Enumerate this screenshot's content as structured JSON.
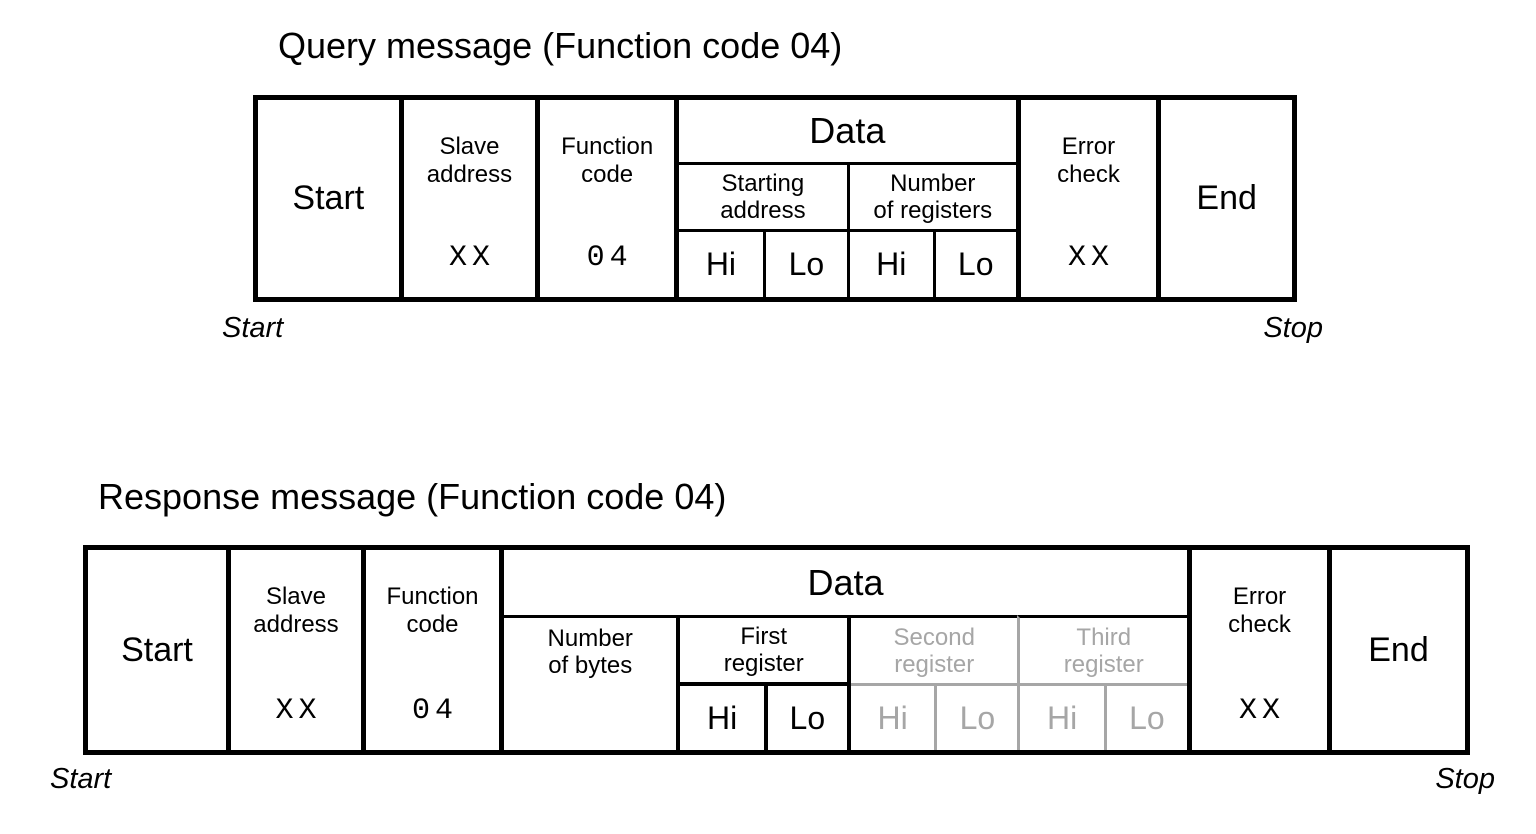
{
  "palette": {
    "ink": "#000000",
    "muted_gray": "#a6a6a6",
    "background": "#ffffff"
  },
  "query": {
    "title": "Query message (Function code 04)",
    "start_marker": "Start",
    "stop_marker": "Stop",
    "cells": {
      "start": "Start",
      "slave_address": {
        "line1": "Slave",
        "line2": "address",
        "value": "XX"
      },
      "function_code": {
        "line1": "Function",
        "line2": "code",
        "value": "04"
      },
      "data": {
        "header": "Data",
        "groups": [
          {
            "line1": "Starting",
            "line2": "address",
            "hi": "Hi",
            "lo": "Lo"
          },
          {
            "line1": "Number",
            "line2": "of registers",
            "hi": "Hi",
            "lo": "Lo"
          }
        ]
      },
      "error_check": {
        "line1": "Error",
        "line2": "check",
        "value": "XX"
      },
      "end": "End"
    }
  },
  "response": {
    "title": "Response message (Function code 04)",
    "start_marker": "Start",
    "stop_marker": "Stop",
    "cells": {
      "start": "Start",
      "slave_address": {
        "line1": "Slave",
        "line2": "address",
        "value": "XX"
      },
      "function_code": {
        "line1": "Function",
        "line2": "code",
        "value": "04"
      },
      "data": {
        "header": "Data",
        "number_of_bytes": {
          "line1": "Number",
          "line2": "of bytes"
        },
        "groups": [
          {
            "line1": "First",
            "line2": "register",
            "hi": "Hi",
            "lo": "Lo"
          },
          {
            "line1": "Second",
            "line2": "register",
            "hi": "Hi",
            "lo": "Lo"
          },
          {
            "line1": "Third",
            "line2": "register",
            "hi": "Hi",
            "lo": "Lo"
          }
        ]
      },
      "error_check": {
        "line1": "Error",
        "line2": "check",
        "value": "XX"
      },
      "end": "End"
    }
  }
}
